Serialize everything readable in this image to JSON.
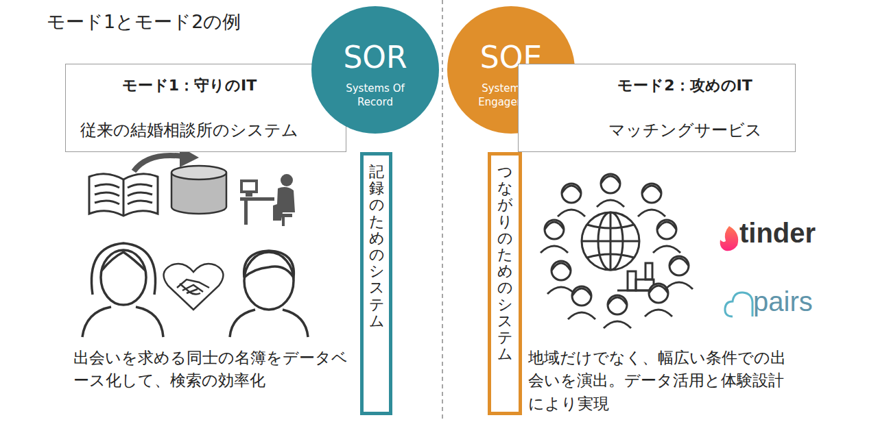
{
  "diagram": {
    "title": "モード1とモード2の例",
    "nodes": [
      {
        "text": [
          "モード1：守りのIT",
          "従来の結婚相談所のシステム"
        ]
      },
      {
        "text": [
          "SOR",
          "Systems Of Record"
        ]
      },
      {
        "text": [
          "SOE",
          "Systems Of Engagement"
        ]
      },
      {
        "text": [
          "モード2：攻めのIT",
          "マッチングサービス"
        ]
      },
      {
        "text": [
          "記録のためのシステム"
        ]
      },
      {
        "text": [
          "つながりのためのシステム"
        ]
      }
    ],
    "labels": [
      "出会いを求める同士の名簿をデータベース化して、検索の効率化",
      "地域だけでなく、幅広い条件での出会いを演出。データ活用と体験設計により実現",
      "tinder",
      "pairs"
    ]
  }
}
